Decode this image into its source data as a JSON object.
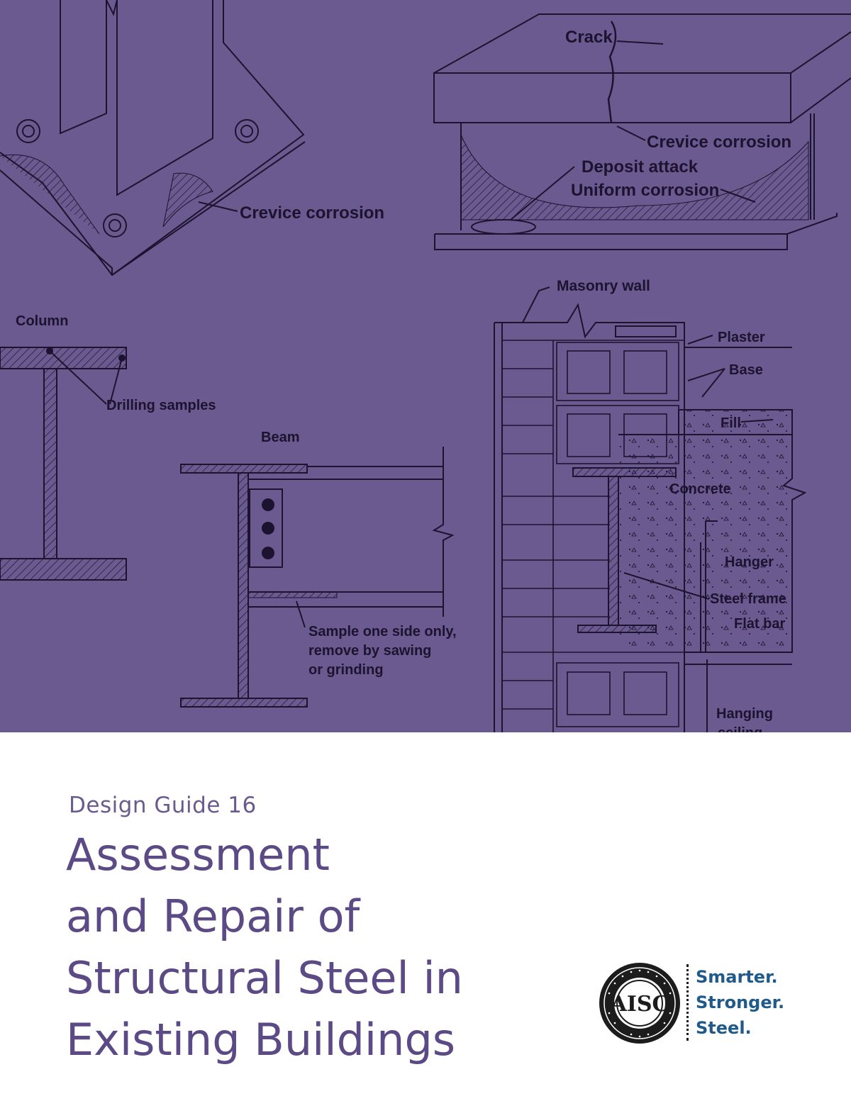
{
  "cover": {
    "background_color": "#6a5a8f",
    "labels": {
      "crack": "Crack",
      "crevice_corrosion_top": "Crevice corrosion",
      "deposit_attack": "Deposit attack",
      "uniform_corrosion": "Uniform corrosion",
      "crevice_corrosion_base": "Crevice corrosion",
      "masonry_wall": "Masonry wall",
      "column": "Column",
      "plaster": "Plaster",
      "base": "Base",
      "drilling_samples": "Drilling samples",
      "beam": "Beam",
      "fill": "Fill",
      "concrete": "Concrete",
      "hanger": "Hanger",
      "steel_frame": "Steel frame",
      "flat_bar": "Flat bar",
      "sample_line1": "Sample one side only,",
      "sample_line2": "remove by sawing",
      "sample_line3": "or grinding",
      "hanging": "Hanging",
      "ceiling": "ceiling"
    }
  },
  "book": {
    "subtitle": "Design Guide 16",
    "title_lines": [
      "Assessment",
      "and Repair of",
      "Structural Steel in",
      "Existing Buildings"
    ]
  },
  "branding": {
    "logo_text": "AISC",
    "tagline": [
      "Smarter.",
      "Stronger.",
      "Steel."
    ]
  },
  "colors": {
    "title": "#5b4a85",
    "subtitle": "#6a5a8f",
    "tagline": "#1f5a8a"
  }
}
